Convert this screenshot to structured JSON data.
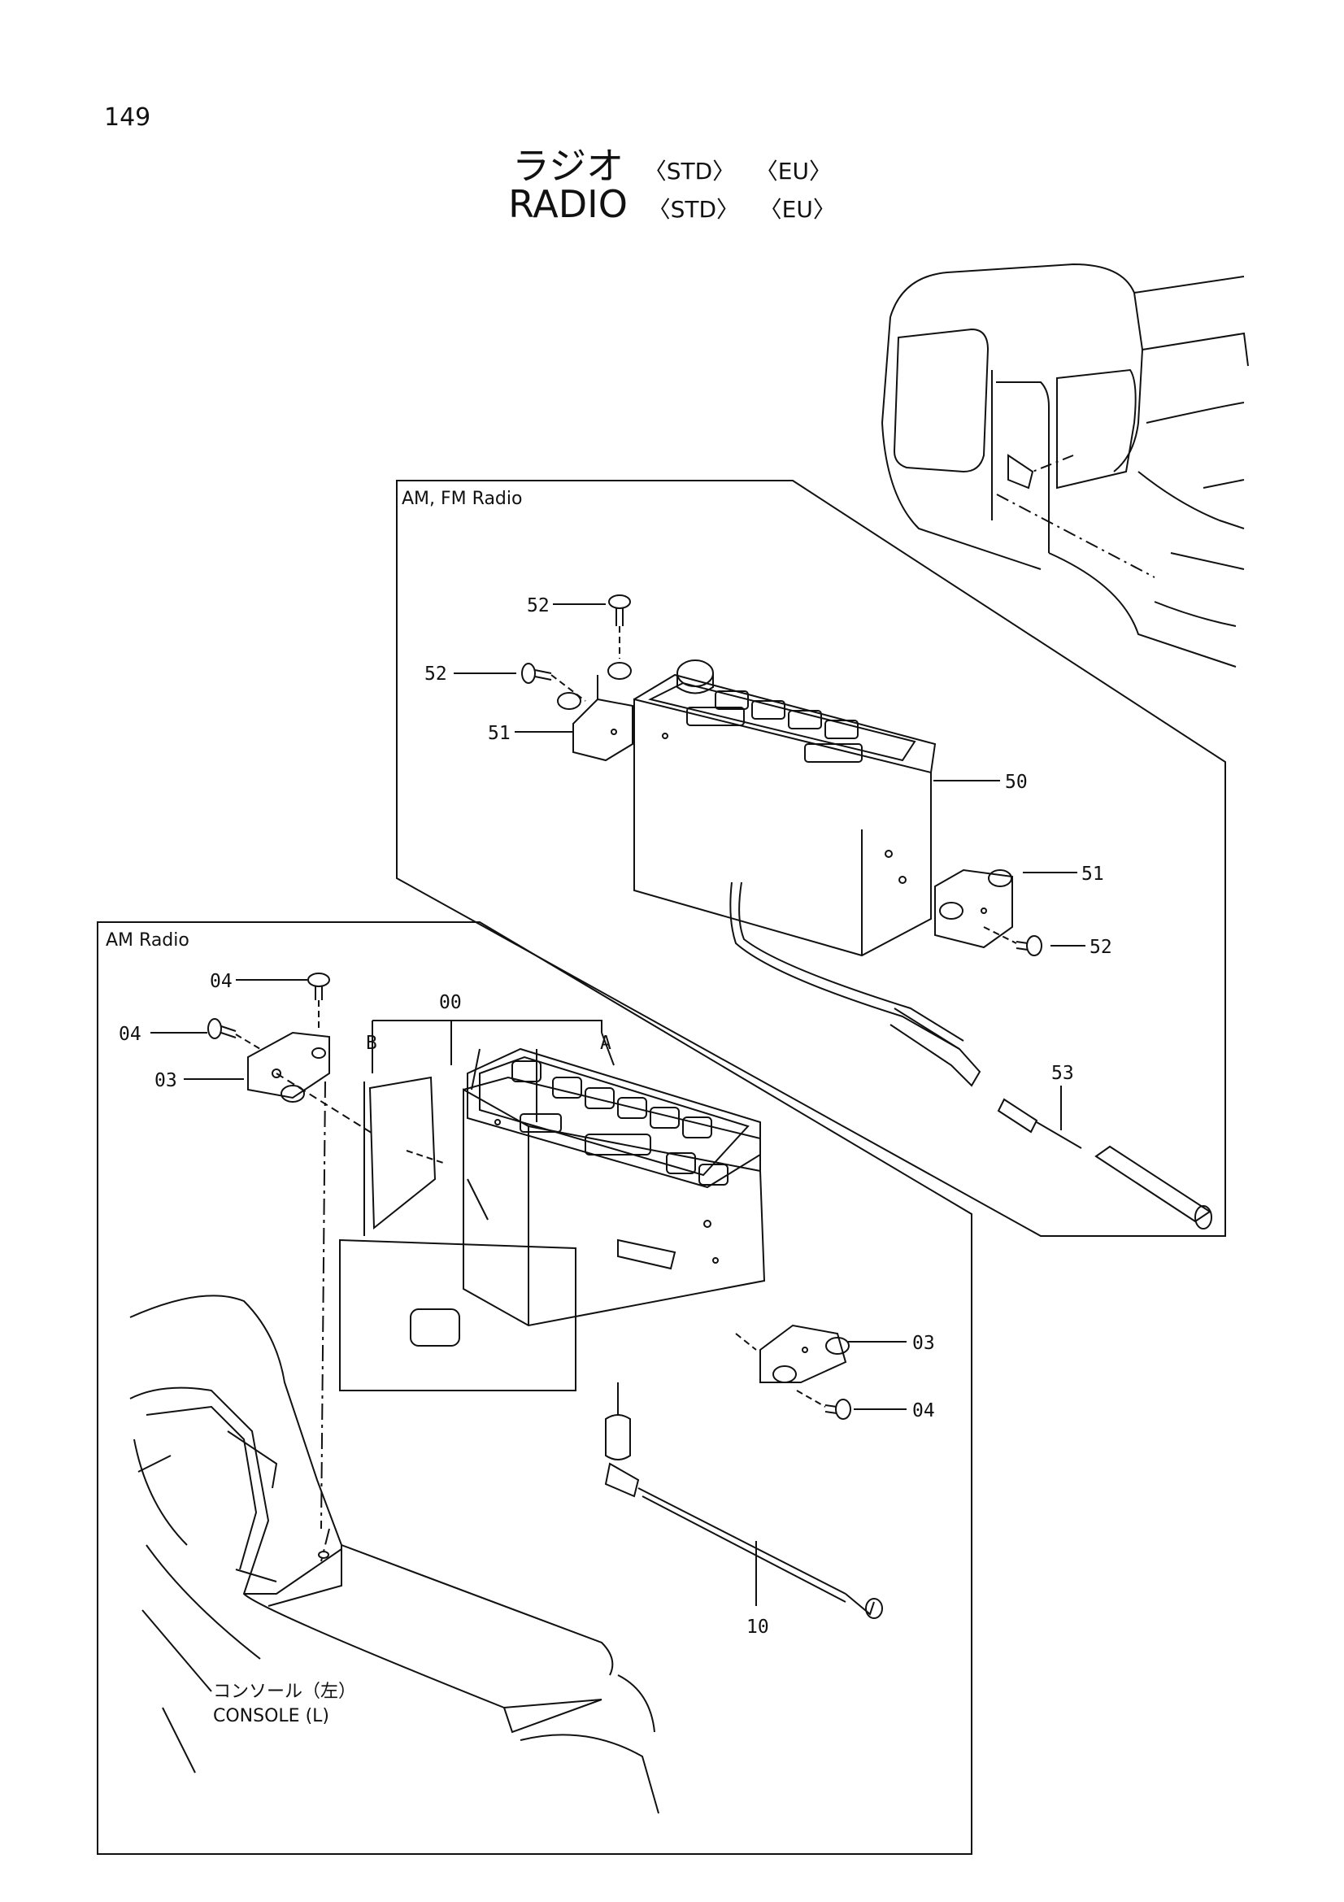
{
  "page_number": "149",
  "title": {
    "jp": "ラジオ",
    "en": "RADIO",
    "variant_1": "〈STD〉",
    "variant_2": "〈EU〉"
  },
  "panels": {
    "am_fm": {
      "label": "AM, FM Radio"
    },
    "am": {
      "label": "AM Radio"
    }
  },
  "console": {
    "label_jp": "コンソール（左）",
    "label_en": "CONSOLE (L)"
  },
  "callouts": {
    "c52a": "52",
    "c52b": "52",
    "c51a": "51",
    "c50": "50",
    "c51b": "51",
    "c52c": "52",
    "c53": "53",
    "c04a": "04",
    "c04b": "04",
    "c03a": "03",
    "c00": "00",
    "cB": "B",
    "cA": "A",
    "c03b": "03",
    "c04c": "04",
    "c10": "10"
  }
}
